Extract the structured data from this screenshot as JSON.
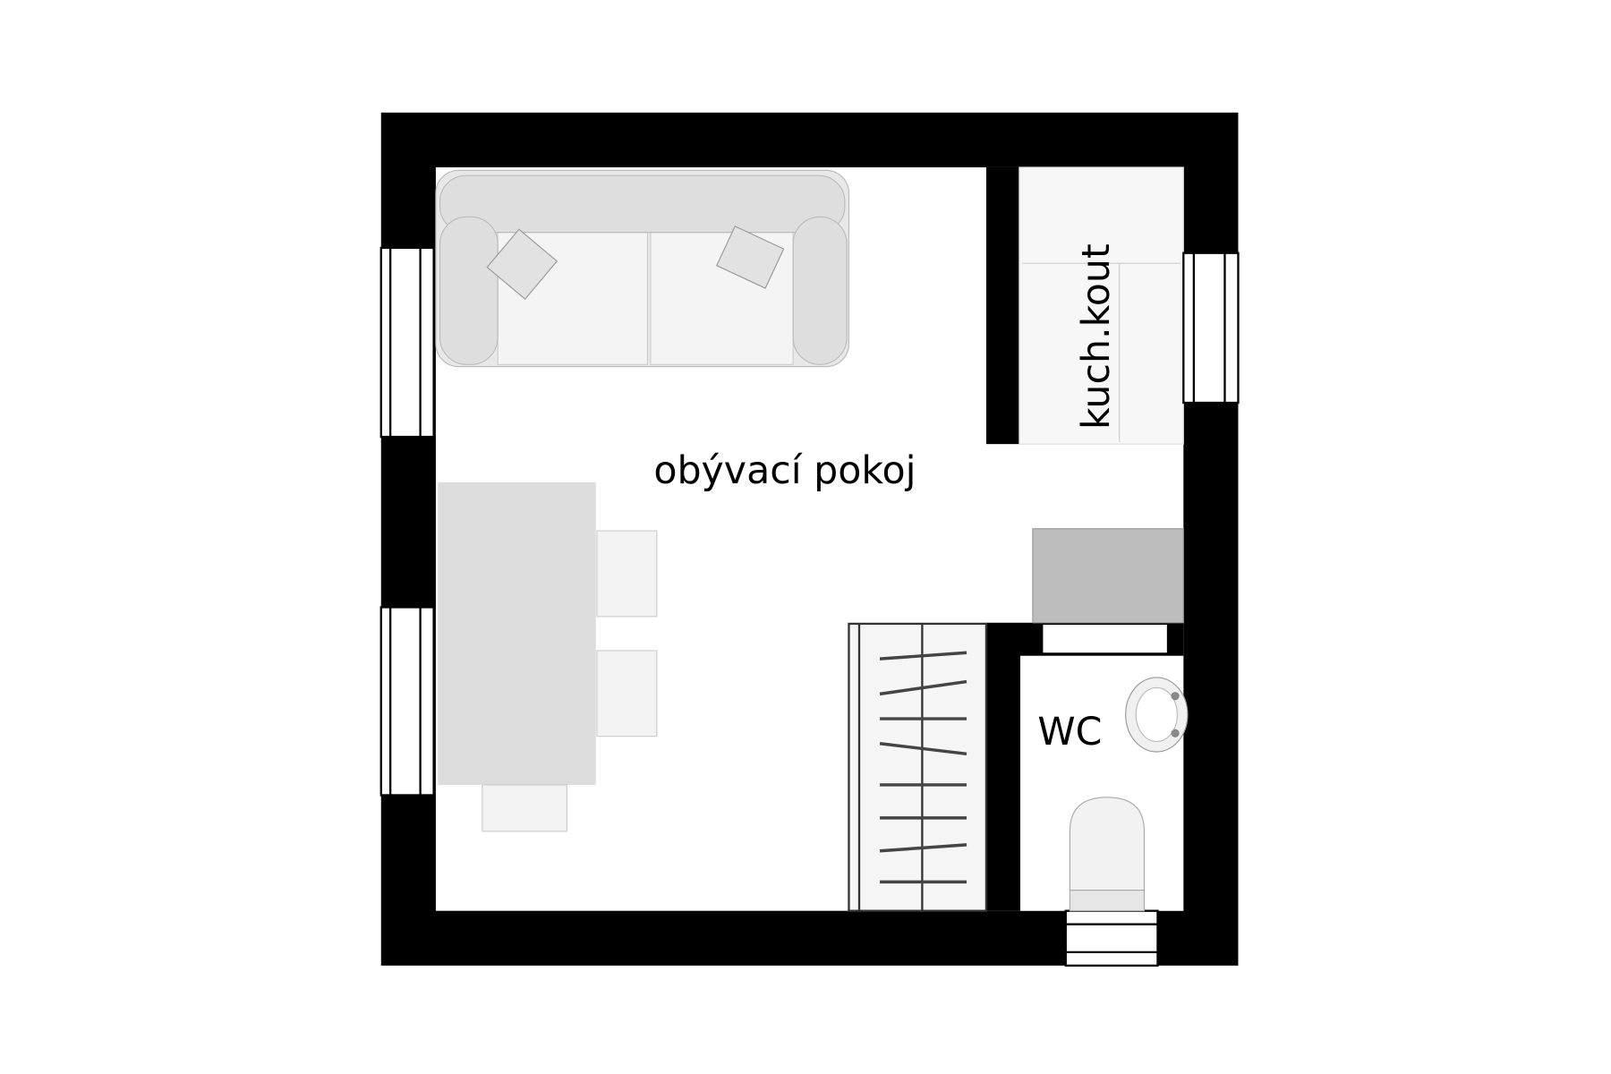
{
  "plan": {
    "rooms": {
      "living_room": "obývací pokoj",
      "kitchenette": "kuch.kout",
      "wc": "WC"
    },
    "colors": {
      "wall": "#000000",
      "floor": "#ffffff",
      "furniture": "#e6e6e6",
      "table": "#dcdcdc",
      "stair": "#bdbdbd"
    }
  }
}
